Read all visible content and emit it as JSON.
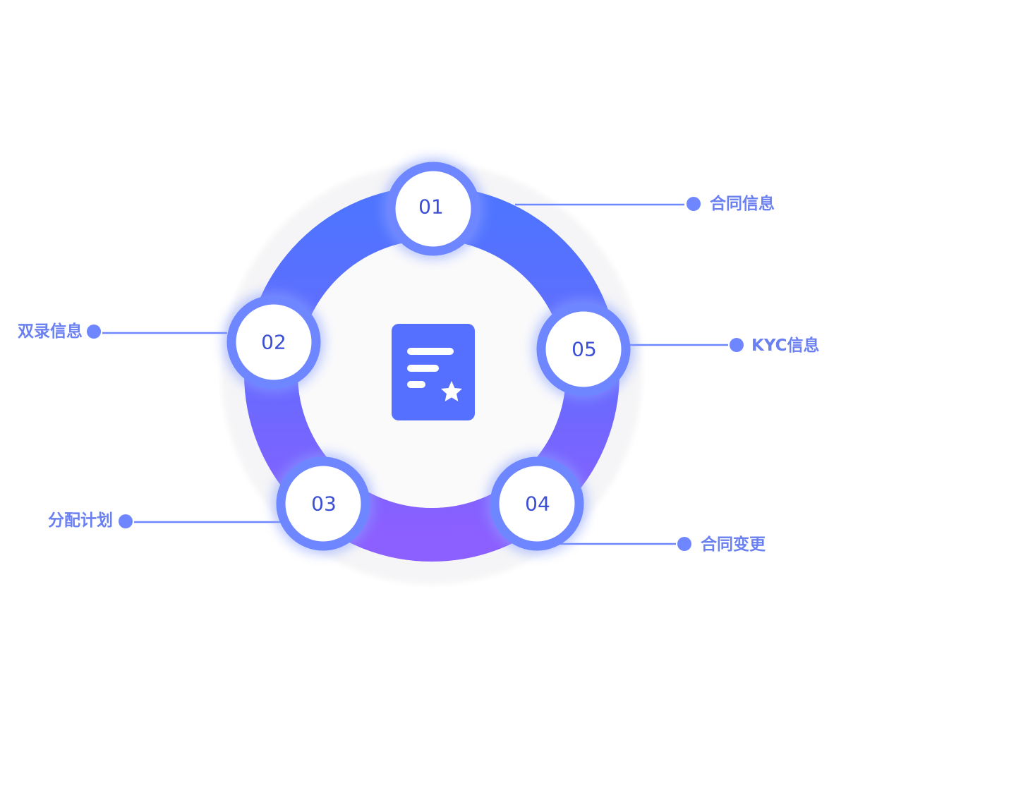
{
  "colors": {
    "ring_top": "#5072ff",
    "ring_bottom": "#8c5fff",
    "node_border": "#6e86ff",
    "node_text": "#3b4ed6",
    "label_text": "#6b80f0",
    "connector": "#6e86ff",
    "center_doc": "#5570ff"
  },
  "center": {
    "icon": "document-star-icon"
  },
  "nodes": [
    {
      "number": "01",
      "label": "合同信息"
    },
    {
      "number": "02",
      "label": "双录信息"
    },
    {
      "number": "03",
      "label": "分配计划"
    },
    {
      "number": "04",
      "label": "合同变更"
    },
    {
      "number": "05",
      "label": "KYC信息"
    }
  ]
}
